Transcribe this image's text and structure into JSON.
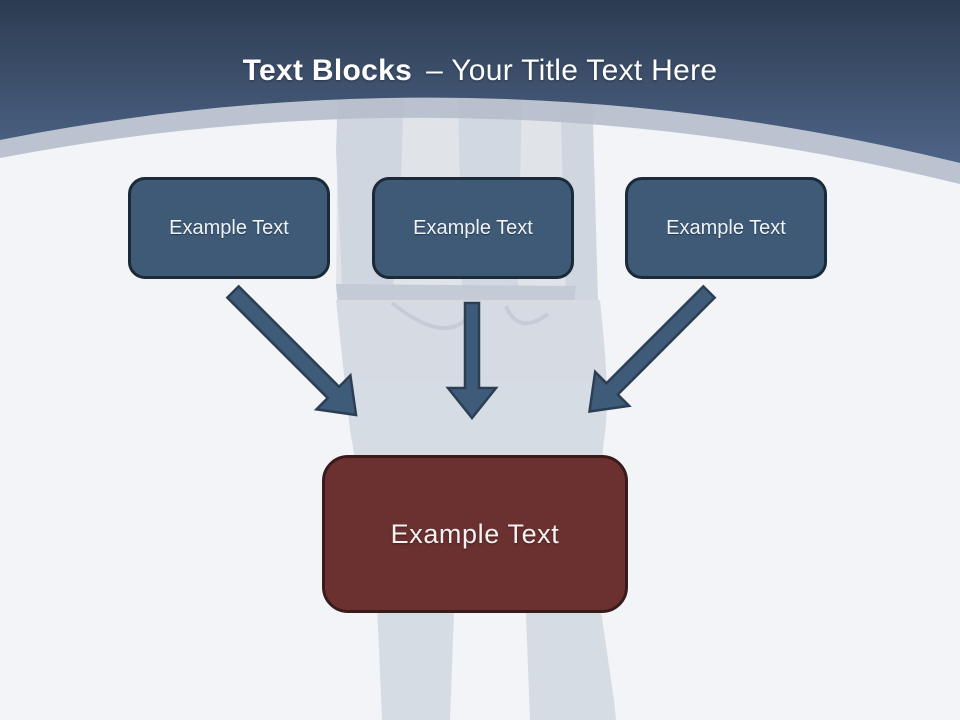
{
  "title": {
    "bold": "Text Blocks",
    "rest": "– Your Title Text Here"
  },
  "blocks": [
    {
      "label": "Example Text"
    },
    {
      "label": "Example Text"
    },
    {
      "label": "Example Text"
    }
  ],
  "result": {
    "label": "Example Text"
  },
  "icons": {
    "arrow_left": "arrow-down-right-icon",
    "arrow_middle": "arrow-down-icon",
    "arrow_right": "arrow-down-left-icon"
  },
  "colors": {
    "header_gradient_top": "#2c3c50",
    "header_gradient_bottom": "#4e6488",
    "header_curve_band": "#b5becb",
    "canvas_background": "#f2f4f7",
    "block_fill": "#3e5a76",
    "block_border": "#1b2a38",
    "result_fill": "#6b3130",
    "result_border": "#3a1b1b",
    "arrow_fill": "#3f5b7a",
    "arrow_outline": "#2b3e52",
    "title_text": "#ffffff",
    "block_text": "#eef3f8",
    "silhouette_tint": "#c5cdd8"
  }
}
